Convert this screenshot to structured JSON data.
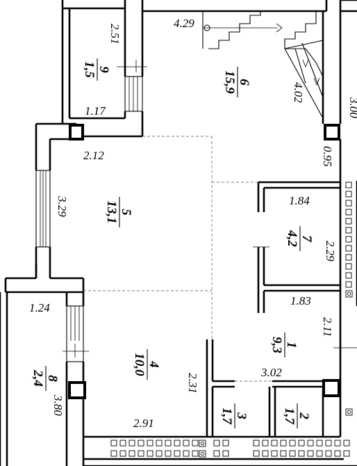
{
  "rooms": [
    {
      "number": "1",
      "area": "9,3"
    },
    {
      "number": "2",
      "area": "1,7"
    },
    {
      "number": "3",
      "area": "1,7"
    },
    {
      "number": "4",
      "area": "10,0"
    },
    {
      "number": "5",
      "area": "13,1"
    },
    {
      "number": "6",
      "area": "15,9"
    },
    {
      "number": "7",
      "area": "4,2"
    },
    {
      "number": "8",
      "area": "2,4"
    },
    {
      "number": "9",
      "area": "1,5"
    }
  ],
  "dimensions": {
    "stair_width": "4.29",
    "stair_diagonal": "4.02",
    "room9_width": "1.17",
    "room9_height": "2.51",
    "room5_top": "2.12",
    "room5_height": "3.29",
    "east_gap": "0.95",
    "room7_top": "1.84",
    "room7_bottom": "1.83",
    "room7_height": "2.29",
    "room1_height": "2.11",
    "room8_top": "1.24",
    "room8_height": "3.80",
    "room4_height": "2.31",
    "room4_bottom": "2.91",
    "bath_width": "3.02",
    "partial_edge_label": "3.00"
  }
}
